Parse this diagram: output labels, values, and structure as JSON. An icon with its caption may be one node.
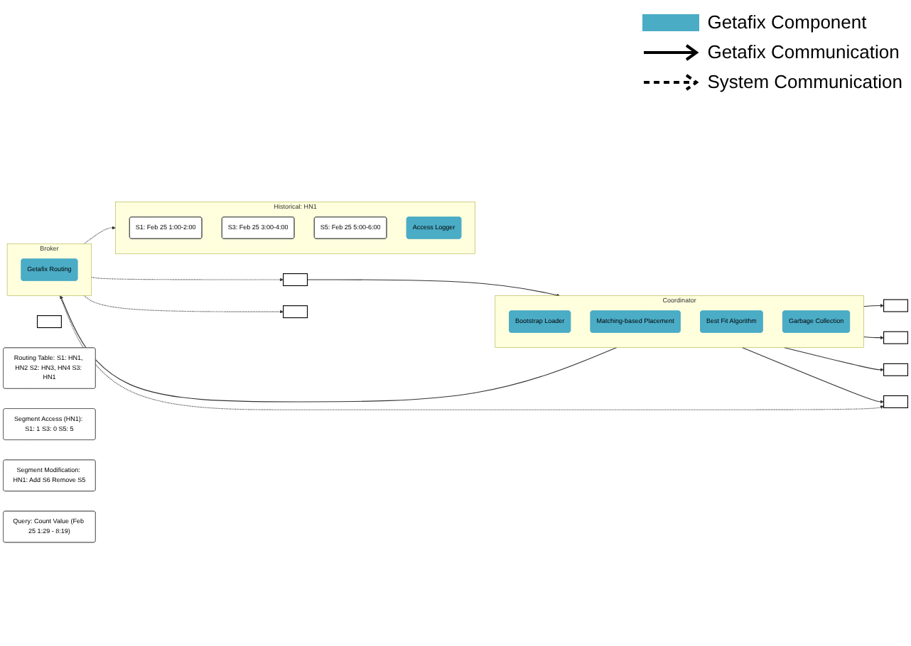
{
  "diagram": {
    "nodes": [
      {
        "text": [],
        "shape": "box"
      },
      {
        "text": [
          "Coordinator"
        ]
      },
      {
        "text": [
          "Bootstrap Loader"
        ],
        "in": 1
      },
      {
        "text": [
          "Matching-based Placement"
        ],
        "in": 1
      },
      {
        "text": [
          "Best Fit Algorithm"
        ],
        "in": 1
      },
      {
        "text": [
          "Garbage Collection"
        ],
        "in": 1
      },
      {
        "text": [
          "Routing Table: S1: HN1, HN2 S2: HN3, HN4 S3: HN1"
        ]
      },
      {
        "text": [
          "Segment Access (HN1): S1: 1 S3: 0 S5: 5"
        ]
      },
      {
        "text": [
          "Segment Modification: HN1: Add S6 Remove S5"
        ]
      },
      {
        "text": [],
        "shape": "box"
      },
      {
        "text": [],
        "shape": "box"
      },
      {
        "text": [],
        "shape": "box"
      },
      {
        "text": [
          "Broker"
        ]
      },
      {
        "text": [
          "Getafix Routing"
        ],
        "in": 12
      },
      {
        "text": [],
        "shape": "box"
      },
      {
        "text": [],
        "shape": "box"
      },
      {
        "text": [],
        "shape": "box"
      },
      {
        "text": [
          "Historical: HN1"
        ]
      },
      {
        "text": [
          "S1: Feb 25 1:00-2:00"
        ],
        "in": 17
      },
      {
        "text": [
          "S3: Feb 25 3:00-4:00"
        ],
        "in": 17
      },
      {
        "text": [
          "S5: Feb 25 5:00-6:00"
        ],
        "in": 17
      },
      {
        "text": [
          "Access Logger"
        ],
        "in": 17
      },
      {
        "text": [
          "Query: Count Value (Feb 25 1:29 - 8:19)"
        ]
      }
    ],
    "edges": [
      {
        "from": 1,
        "to": 9,
        "arrow": "to"
      },
      {
        "from": 1,
        "to": 10,
        "arrow": "to"
      },
      {
        "from": 1,
        "to": 11,
        "arrow": "to"
      },
      {
        "from": 1,
        "to": 12,
        "arrow": "to"
      },
      {
        "from": 1,
        "to": 15,
        "arrow": "to"
      },
      {
        "from": 14,
        "to": 1,
        "arrow": "to"
      },
      {
        "from": 12,
        "to": 14,
        "arrow": "to",
        "style": "dashed"
      },
      {
        "from": 12,
        "to": 15,
        "arrow": "to",
        "style": "dashed"
      },
      {
        "from": 12,
        "to": 16,
        "arrow": "to",
        "style": "dashed"
      },
      {
        "from": 12,
        "to": 17,
        "arrow": "to",
        "style": "dashed"
      }
    ],
    "legend": [
      {
        "text": "Getafix Component",
        "color": "#4bacc6"
      },
      {
        "text": "Getafix Communication"
      },
      {
        "text": "System Communication"
      }
    ]
  }
}
